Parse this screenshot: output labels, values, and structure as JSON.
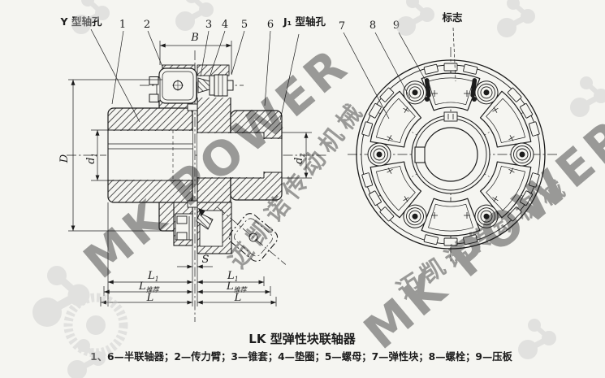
{
  "page": {
    "background": "#f5f5f1",
    "ink": "#1c1c1c",
    "watermark_color": "#c6c6c6"
  },
  "labels": {
    "y_bore": "Y 型轴孔",
    "j1_bore": "J₁ 型轴孔",
    "mark": "标志",
    "callout_1": "1",
    "callout_2": "2",
    "callout_3": "3",
    "callout_4": "4",
    "callout_5": "5",
    "callout_6": "6",
    "callout_7": "7",
    "callout_8": "8",
    "callout_9": "9"
  },
  "dimensions": {
    "outer_diameter": "D",
    "arm_width": "B",
    "bore_letter": "d",
    "bore_left_sub": "1",
    "bore_right_sub": "2",
    "gap": "S",
    "length_letter": "L",
    "length_sub": "1",
    "recommended_suffix": "推荐"
  },
  "caption": {
    "title": "LK 型弹性块联轴器",
    "parts_list": "1、6—半联轴器；2—传力臂；3—锥套；4—垫圈；5—螺母；7—弹性块；8—螺栓；9—压板"
  },
  "watermark": {
    "brand": "MK POWER",
    "brand_cn": "迈凯诺传动机械"
  }
}
